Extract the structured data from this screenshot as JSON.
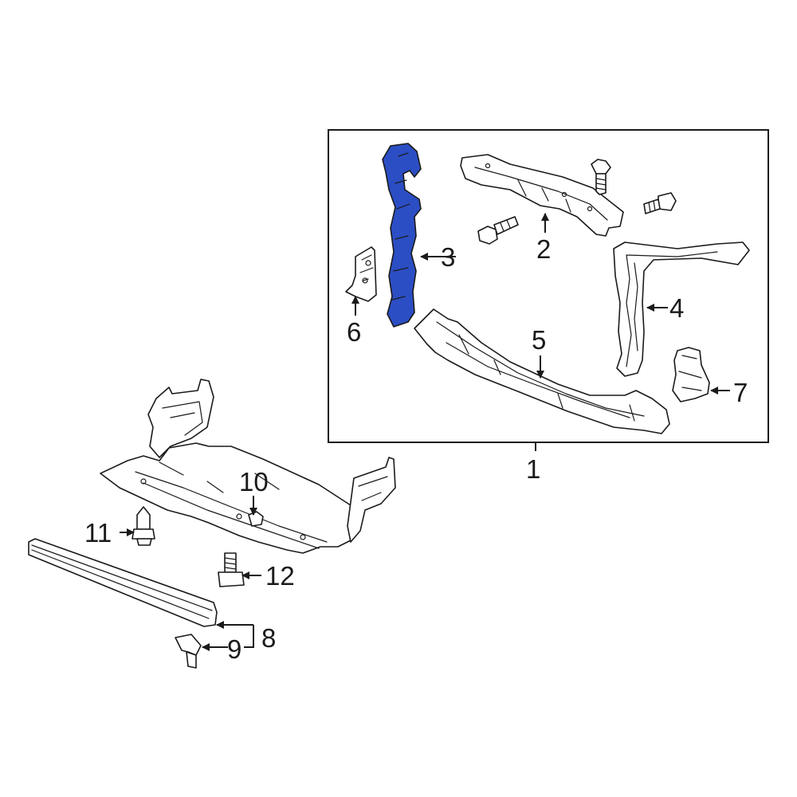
{
  "callouts": {
    "c1": "1",
    "c2": "2",
    "c3": "3",
    "c4": "4",
    "c5": "5",
    "c6": "6",
    "c7": "7",
    "c8": "8",
    "c9": "9",
    "c10": "10",
    "c11": "11",
    "c12": "12"
  },
  "colors": {
    "highlight": "#2b4ec4",
    "line": "#1a1a1a",
    "background": "#ffffff"
  }
}
